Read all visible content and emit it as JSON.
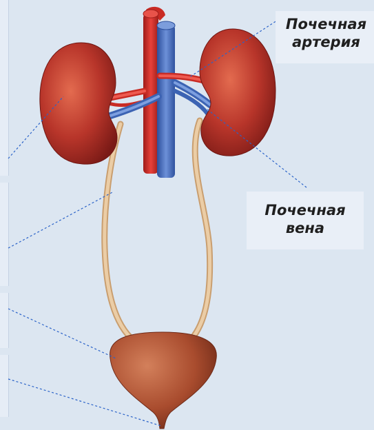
{
  "labels": {
    "renal_artery": {
      "line1": "Почечная",
      "line2": "артерия"
    },
    "renal_vein": {
      "line1": "Почечная",
      "line2": "вена"
    }
  },
  "colors": {
    "background": "#dce6f1",
    "kidney": "#b8352a",
    "artery": "#d9302a",
    "vein": "#4b72c0",
    "ureter": "#e2bf94",
    "bladder": "#a94c2e",
    "leader_line": "#2a62c8"
  }
}
